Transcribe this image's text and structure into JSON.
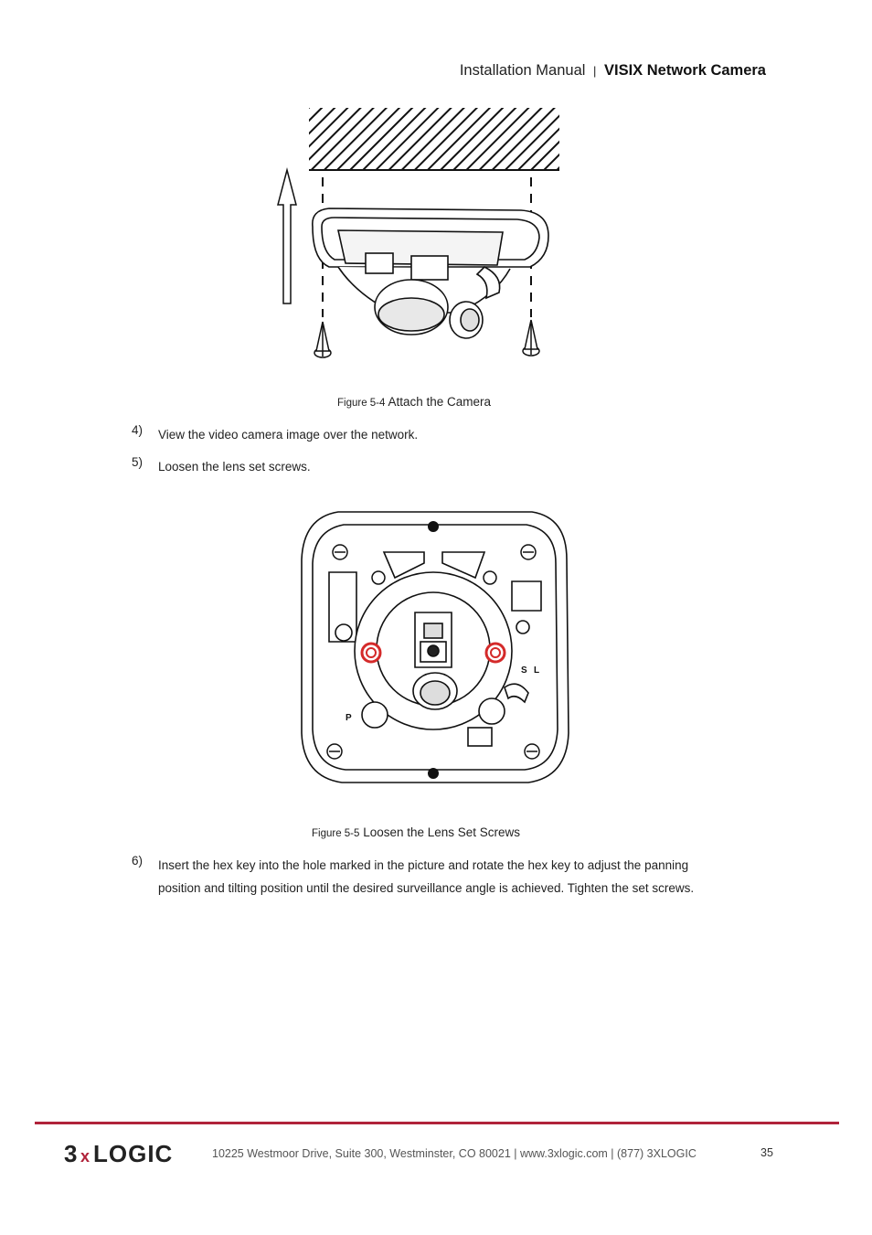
{
  "header": {
    "doc_title": "Installation Manual",
    "separator": "|",
    "product": "VISIX Network Camera"
  },
  "figures": [
    {
      "label": "Figure 5-4",
      "caption": "Attach the Camera"
    },
    {
      "label": "Figure 5-5",
      "caption": "Loosen the Lens Set Screws",
      "markings": [
        "S",
        "L",
        "P"
      ]
    }
  ],
  "steps": [
    {
      "num": "4)",
      "lines": [
        "View the video camera image over the network."
      ]
    },
    {
      "num": "5)",
      "lines": [
        "Loosen the lens set screws."
      ]
    },
    {
      "num": "6)",
      "lines": [
        "Insert the hex key into the hole marked in the picture and rotate the hex key to adjust the panning",
        "position and tilting position until the desired surveillance angle is achieved. Tighten the set screws."
      ]
    }
  ],
  "footer": {
    "logo_part1": "3",
    "logo_part2": "x",
    "logo_part3": "LOGIC",
    "address": "10225 Westmoor Drive, Suite 300, Westminster, CO 80021 | www.3xlogic.com | (877) 3XLOGIC",
    "page_number": "35"
  },
  "colors": {
    "accent": "#b0233a",
    "highlight_ring": "#d42a2a"
  }
}
